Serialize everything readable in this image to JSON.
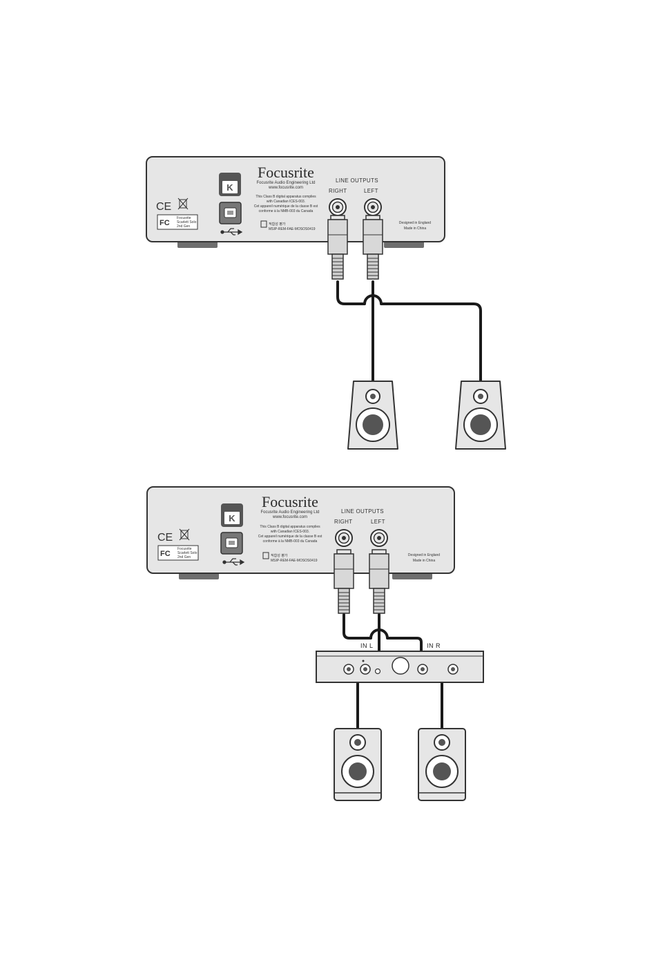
{
  "figure": {
    "top_panel": {
      "brand": "Focusrite",
      "company": "Focusrite Audio Engineering Ltd",
      "website": "www.focusrite.com",
      "compliance_line1": "This Class B digital apparatus complies",
      "compliance_line2": "with Canadian ICES-003.",
      "compliance_line3": "Cet appareil numérique de la classe B est",
      "compliance_line4": "conforme à la NMB-003 du Canada",
      "kc_korean": "적합성 평가",
      "kc_code": "MSIP-REM-FAE-MOSOS0419",
      "line_outputs": "LINE OUTPUTS",
      "right": "RIGHT",
      "left": "LEFT",
      "designed": "Designed in England",
      "made": "Made in China",
      "model_line1": "Focusrite",
      "model_line2": "Scarlett Solo",
      "model_line3": "2nd Gen",
      "ce_mark": "CE",
      "fc_mark": "FC"
    },
    "bottom_panel": {
      "brand": "Focusrite",
      "company": "Focusrite Audio Engineering Ltd",
      "website": "www.focusrite.com",
      "compliance_line1": "This Class B digital apparatus complies",
      "compliance_line2": "with Canadian ICES-003.",
      "compliance_line3": "Cet appareil numérique de la classe B est",
      "compliance_line4": "conforme à la NMB-003 du Canada",
      "kc_korean": "적합성 평가",
      "kc_code": "MSIP-REM-FAE-MOSOS0419",
      "line_outputs": "LINE OUTPUTS",
      "right": "RIGHT",
      "left": "LEFT",
      "designed": "Designed in England",
      "made": "Made in China",
      "model_line1": "Focusrite",
      "model_line2": "Scarlett Solo",
      "model_line3": "2nd Gen",
      "ce_mark": "CE",
      "fc_mark": "FC"
    },
    "amplifier": {
      "in_l": "IN L",
      "in_r": "IN R"
    }
  }
}
